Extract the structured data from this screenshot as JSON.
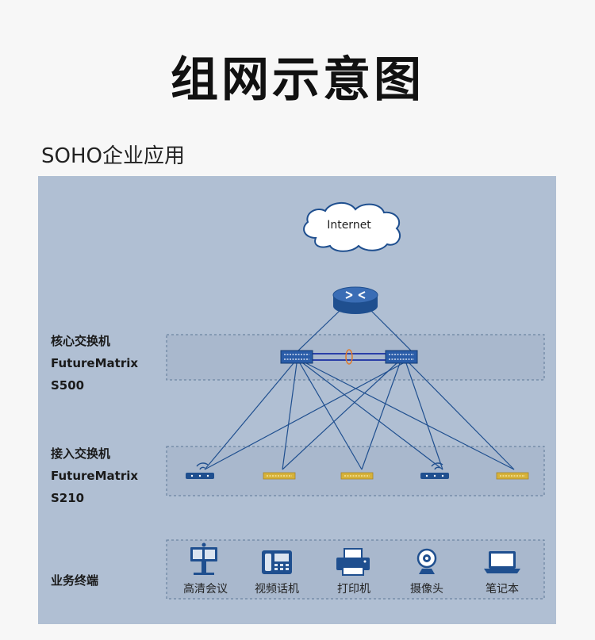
{
  "page_title": "组网示意图",
  "section_title": "SOHO企业应用",
  "diagram": {
    "internet_label": "Internet",
    "core": {
      "line1": "核心交换机",
      "line2": "FutureMatrix",
      "line3": "S500"
    },
    "access": {
      "line1": "接入交换机",
      "line2": "FutureMatrix",
      "line3": "S210"
    },
    "terminals": {
      "title": "业务终端",
      "items": [
        {
          "label": "高清会议",
          "icon": "video-conference-icon"
        },
        {
          "label": "视频话机",
          "icon": "video-phone-icon"
        },
        {
          "label": "打印机",
          "icon": "printer-icon"
        },
        {
          "label": "摄像头",
          "icon": "camera-icon"
        },
        {
          "label": "笔记本",
          "icon": "laptop-icon"
        }
      ]
    },
    "colors": {
      "background": "#b0bfd3",
      "link": "#1f4f8f",
      "device": "#2a5ca8",
      "access_yellow": "#d6b23a",
      "ring": "#e07a2a"
    }
  }
}
